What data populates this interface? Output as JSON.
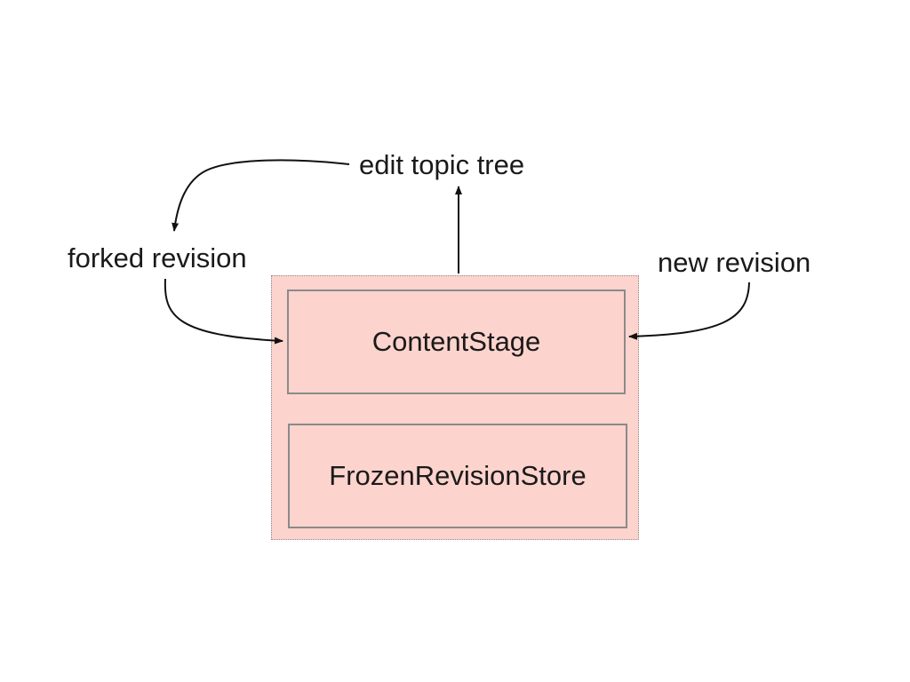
{
  "labels": {
    "edit_topic_tree": "edit topic tree",
    "forked_revision": "forked revision",
    "new_revision": "new revision"
  },
  "boxes": {
    "content_stage": "ContentStage",
    "frozen_revision_store": "FrozenRevisionStore"
  },
  "colors": {
    "box_fill": "#fdd3cd",
    "box_border": "#8a8a8a",
    "arrow": "#111111"
  }
}
